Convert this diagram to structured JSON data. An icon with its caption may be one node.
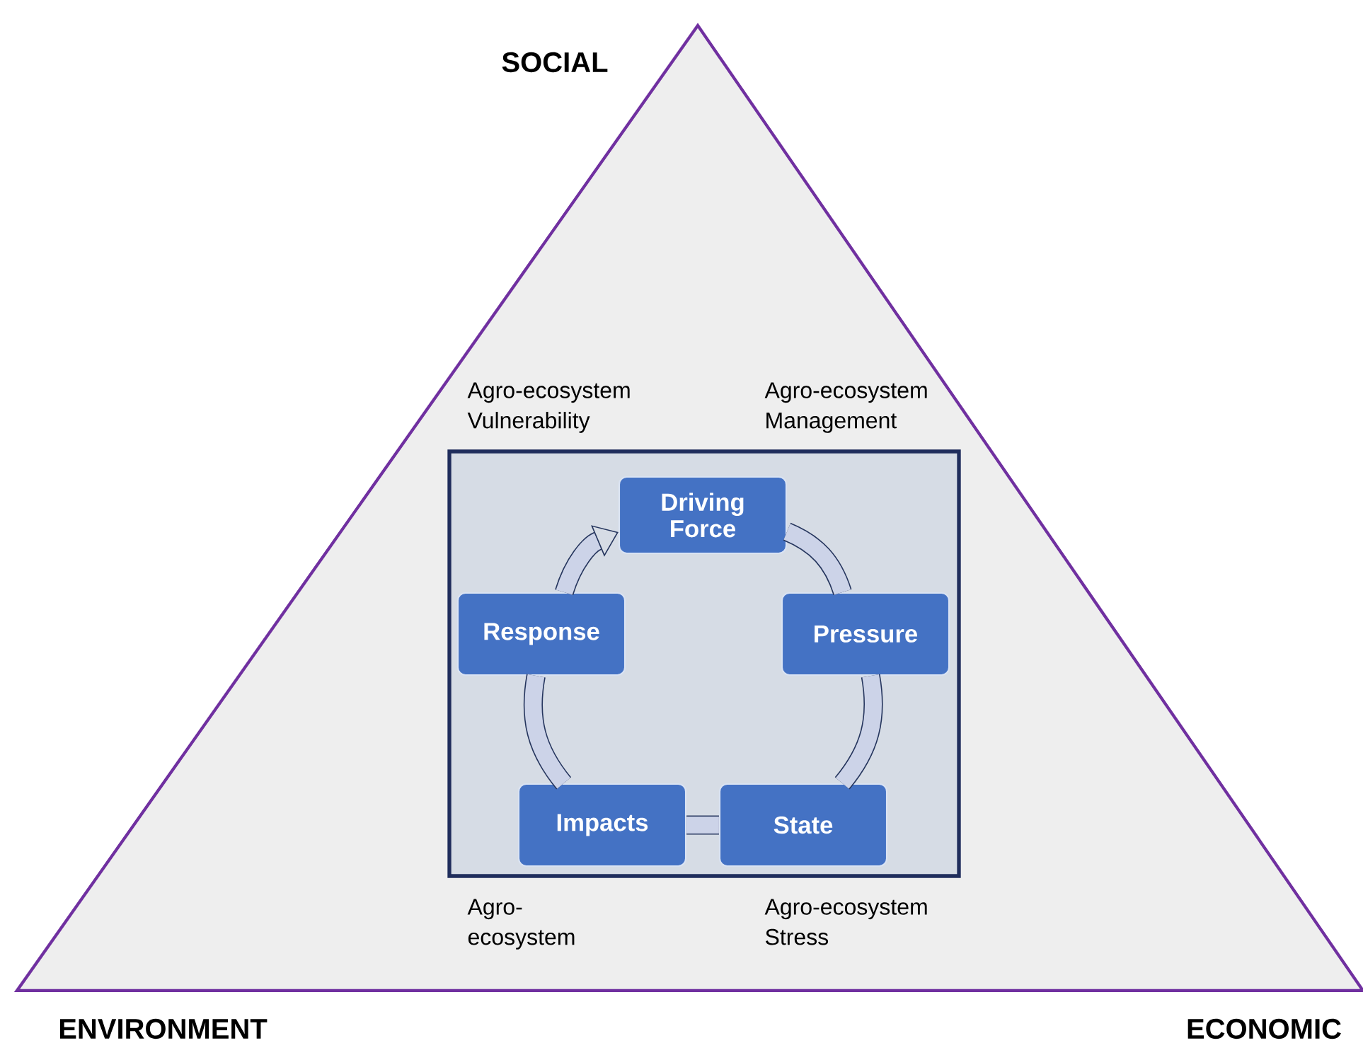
{
  "diagram": {
    "nodes": [
      {
        "text": [
          "SOCIAL",
          "ENVIRONMENT",
          "ECONOMIC"
        ]
      },
      {
        "text": [],
        "shape": "box",
        "in": 0
      },
      {
        "text": [
          "Driving Force"
        ],
        "in": 1
      },
      {
        "text": [
          "Response"
        ],
        "in": 1
      },
      {
        "text": [
          "Pressure"
        ],
        "in": 1
      },
      {
        "text": [
          "Impacts"
        ],
        "in": 1
      },
      {
        "text": [
          "State"
        ],
        "in": 1
      }
    ],
    "edges": [
      {
        "from": 2,
        "to": 4,
        "arrow": "none"
      },
      {
        "from": 4,
        "to": 6,
        "arrow": "none"
      },
      {
        "from": 6,
        "to": 5,
        "arrow": "none"
      },
      {
        "from": 5,
        "to": 3,
        "arrow": "none"
      },
      {
        "from": 3,
        "to": 2,
        "arrow": "to"
      }
    ],
    "labels": [
      "Agro-ecosystem Vulnerability",
      "Agro-ecosystem Management",
      "Agro-ecosystem",
      "Agro-ecosystem Stress"
    ]
  }
}
